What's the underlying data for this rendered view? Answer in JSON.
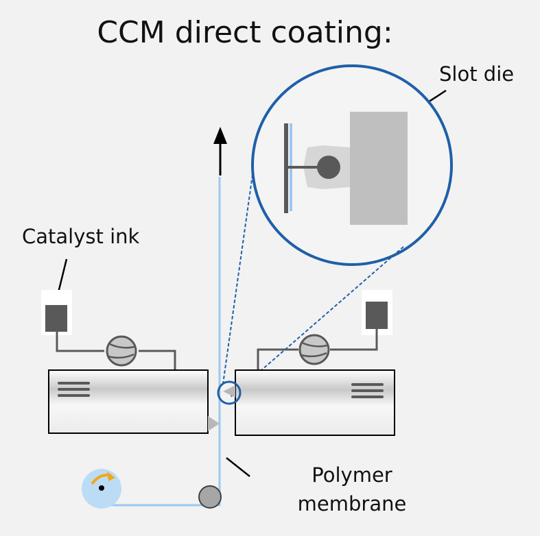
{
  "title": "CCM direct coating:",
  "labels": {
    "slot_die": "Slot die",
    "catalyst_ink": "Catalyst ink",
    "polymer_membrane_line1": "Polymer",
    "polymer_membrane_line2": "membrane"
  },
  "colors": {
    "background": "#f2f2f2",
    "membrane": "#9cc8ef",
    "zoom_circle": "#1f5fa8",
    "ink_container": "#595959",
    "pump_body": "#c8c8c8",
    "roller": "#a6a6a6",
    "supply_roll": "#bcdcf6",
    "rotation_arrow": "#f2a71b",
    "die_block": "#bfbfbf",
    "nozzle": "#a6a6a6"
  },
  "icons": [
    "ink-container-icon",
    "pump-icon",
    "roller-icon",
    "supply-roll-icon",
    "rotation-arrow-icon",
    "upward-arrow-icon",
    "slot-die-nozzle-icon"
  ]
}
